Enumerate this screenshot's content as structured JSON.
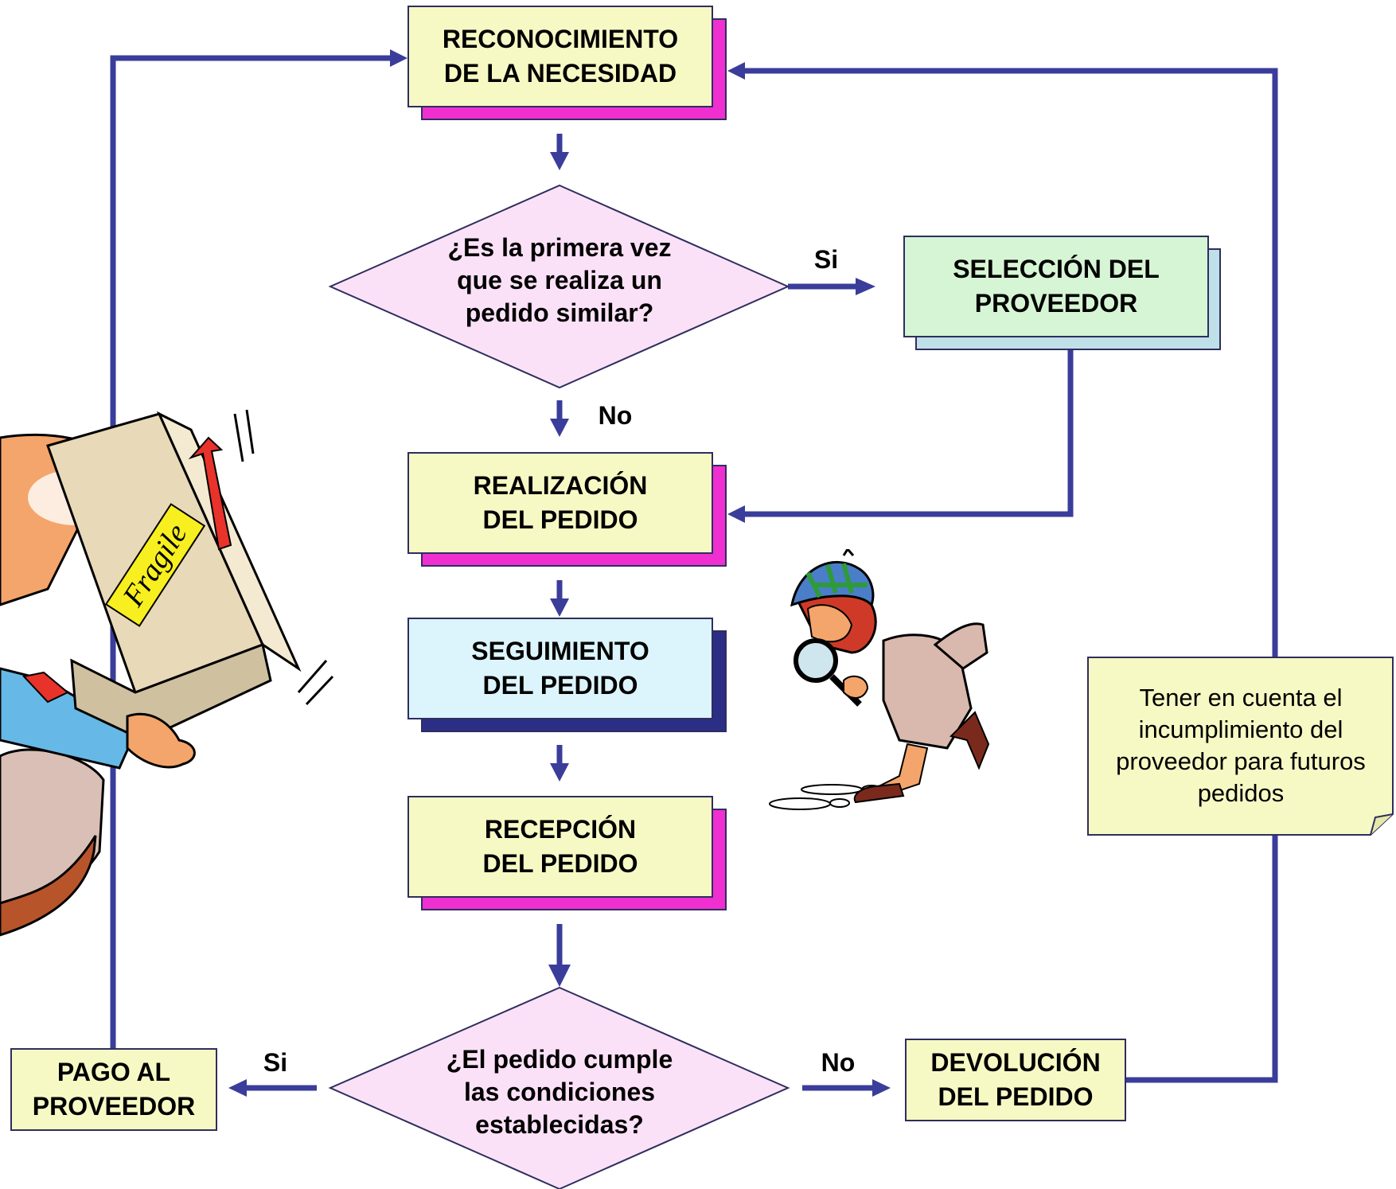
{
  "nodes": {
    "reconocimiento": "RECONOCIMIENTO\nDE LA NECESIDAD",
    "primera_vez": "¿Es la primera vez\nque se realiza un\npedido similar?",
    "seleccion": "SELECCIÓN DEL\nPROVEEDOR",
    "realizacion": "REALIZACIÓN\nDEL PEDIDO",
    "seguimiento": "SEGUIMIENTO\nDEL PEDIDO",
    "recepcion": "RECEPCIÓN\nDEL PEDIDO",
    "cumple": "¿El pedido cumple\nlas condiciones\nestablecidas?",
    "pago": "PAGO AL\nPROVEEDOR",
    "devolucion": "DEVOLUCIÓN\nDEL PEDIDO"
  },
  "edge_labels": {
    "si_seleccion": "Si",
    "no_realizacion": "No",
    "si_pago": "Si",
    "no_devolucion": "No"
  },
  "note": "Tener en cuenta el\nincumplimiento del\nproveedor para futuros\npedidos",
  "illustration": {
    "fragile_label": "Fragile"
  },
  "colors": {
    "arrow": "#3a3d9a",
    "box_yellow": "#f7f9c4",
    "shadow_magenta": "#f02fd0",
    "box_green": "#d6f5d4",
    "shadow_teal": "#bfe0e8",
    "box_blue": "#dcf4fb",
    "shadow_navy": "#2c2e86",
    "diamond_pink": "#fbe1f7",
    "note_yellow": "#f7f9c4"
  }
}
